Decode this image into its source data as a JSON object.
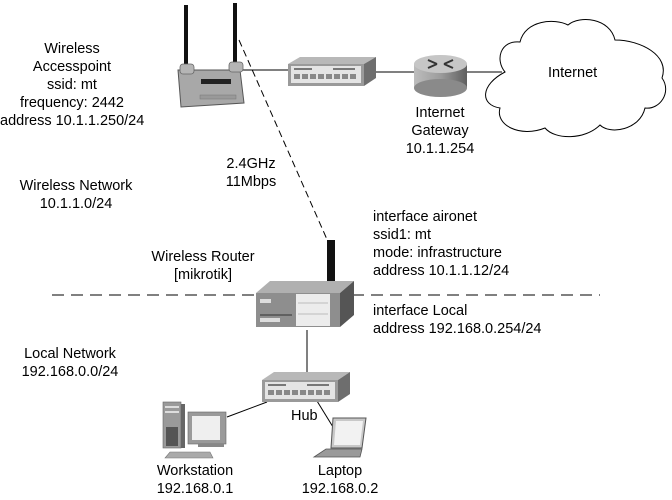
{
  "diagram": {
    "access_point": {
      "lines": [
        "Wireless",
        "Accesspoint",
        "ssid: mt",
        "frequency: 2442",
        "address 10.1.1.250/24"
      ]
    },
    "gateway": {
      "lines": [
        "Internet",
        "Gateway",
        "10.1.1.254"
      ]
    },
    "internet": {
      "label": "Internet"
    },
    "wireless_link": {
      "lines": [
        "2.4GHz",
        "11Mbps"
      ]
    },
    "wireless_network": {
      "lines": [
        "Wireless Network",
        "10.1.1.0/24"
      ]
    },
    "router": {
      "lines": [
        "Wireless Router",
        "[mikrotik]"
      ]
    },
    "interface_aironet": {
      "lines": [
        "interface aironet",
        "ssid1: mt",
        "mode: infrastructure",
        "address 10.1.1.12/24"
      ]
    },
    "interface_local": {
      "lines": [
        "interface Local",
        "address 192.168.0.254/24"
      ]
    },
    "local_network": {
      "lines": [
        "Local Network",
        "192.168.0.0/24"
      ]
    },
    "hub": {
      "label": "Hub"
    },
    "workstation": {
      "lines": [
        "Workstation",
        "192.168.0.1"
      ]
    },
    "laptop": {
      "lines": [
        "Laptop",
        "192.168.0.2"
      ]
    }
  }
}
